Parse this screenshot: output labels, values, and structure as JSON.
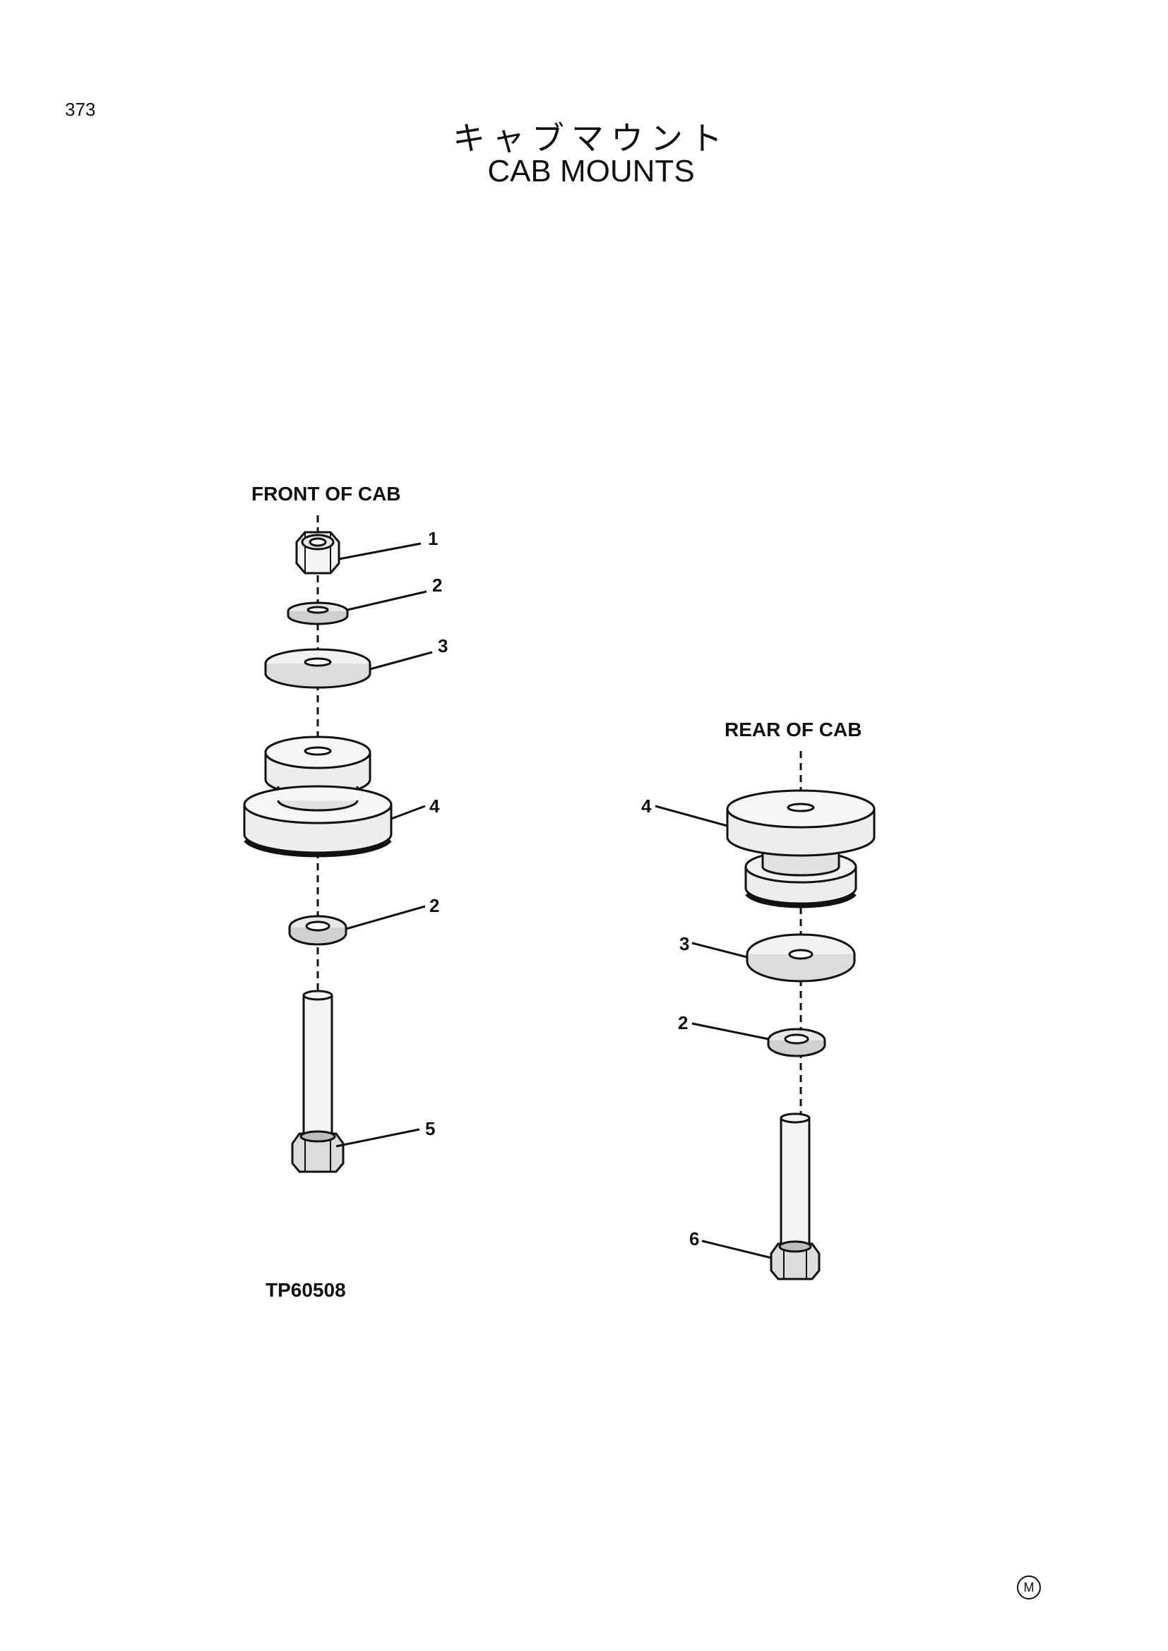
{
  "page": {
    "number": "373",
    "title_jp": "キャブマウント",
    "title_en": "CAB  MOUNTS"
  },
  "front": {
    "label": "FRONT OF CAB",
    "callouts": [
      "1",
      "2",
      "3",
      "4",
      "2",
      "5"
    ]
  },
  "rear": {
    "label": "REAR OF CAB",
    "callouts": [
      "4",
      "3",
      "2",
      "6"
    ]
  },
  "figure_code": "TP60508",
  "mark_symbol": "M"
}
